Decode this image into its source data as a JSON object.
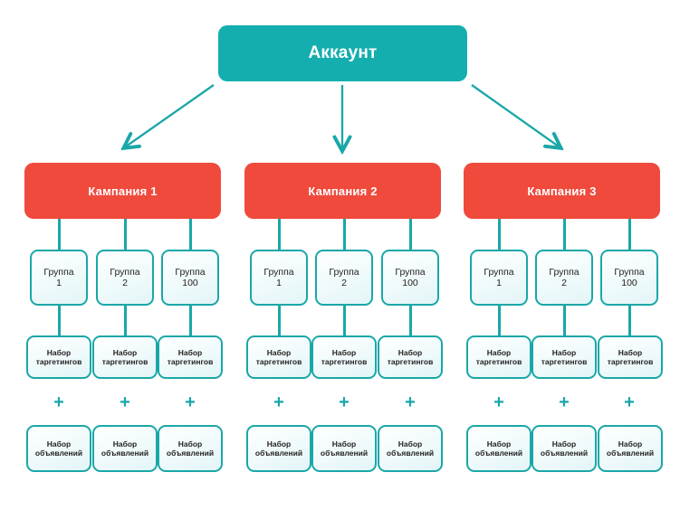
{
  "diagram": {
    "title_node": {
      "label": "Аккаунт",
      "color": "#14aeaf",
      "text_color": "#ffffff"
    },
    "campaign_color": "#ef4a3c",
    "card_border_color": "#1aa7a8",
    "connector_color": "#1aa7a8",
    "background": "#ffffff",
    "plus_symbol": "+",
    "campaigns": [
      {
        "label": "Кампания 1",
        "groups": [
          {
            "label": "Группа\n1",
            "targeting": "Набор\nтаргетингов",
            "ads": "Набор\nобъявлений"
          },
          {
            "label": "Группа\n2",
            "targeting": "Набор\nтаргетингов",
            "ads": "Набор\nобъявлений"
          },
          {
            "label": "Группа\n100",
            "targeting": "Набор\nтаргетингов",
            "ads": "Набор\nобъявлений"
          }
        ]
      },
      {
        "label": "Кампания 2",
        "groups": [
          {
            "label": "Группа\n1",
            "targeting": "Набор\nтаргетингов",
            "ads": "Набор\nобъявлений"
          },
          {
            "label": "Группа\n2",
            "targeting": "Набор\nтаргетингов",
            "ads": "Набор\nобъявлений"
          },
          {
            "label": "Группа\n100",
            "targeting": "Набор\nтаргетингов",
            "ads": "Набор\nобъявлений"
          }
        ]
      },
      {
        "label": "Кампания 3",
        "groups": [
          {
            "label": "Группа\n1",
            "targeting": "Набор\nтаргетингов",
            "ads": "Набор\nобъявлений"
          },
          {
            "label": "Группа\n2",
            "targeting": "Набор\nтаргетингов",
            "ads": "Набор\nобъявлений"
          },
          {
            "label": "Группа\n100",
            "targeting": "Набор\nтаргетингов",
            "ads": "Набор\nобъявлений"
          }
        ]
      }
    ]
  }
}
